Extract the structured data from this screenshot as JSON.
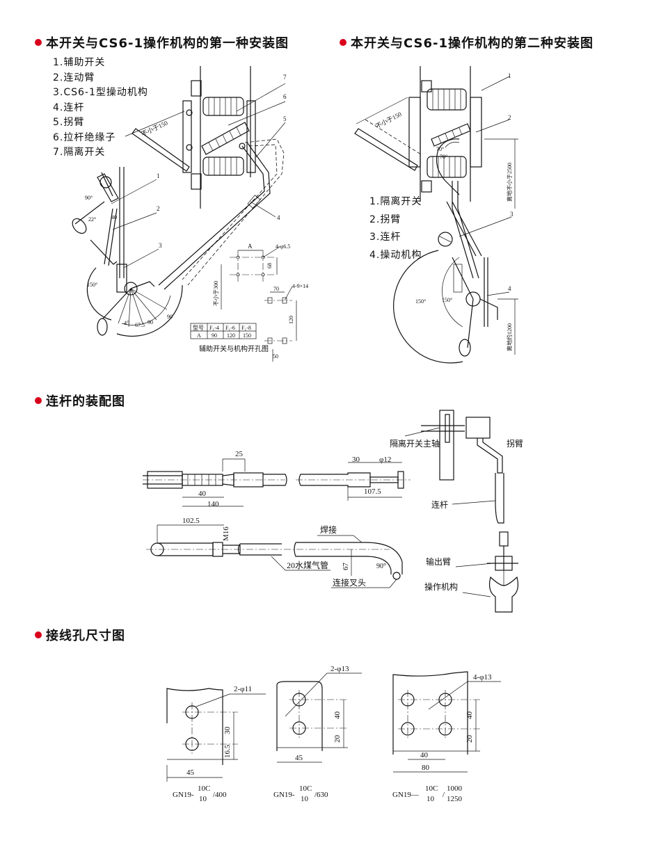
{
  "headings": {
    "first": "本开关与CS6-1操作机构的第一种安装图",
    "second": "本开关与CS6-1操作机构的第二种安装图",
    "linkage": "连杆的装配图",
    "holes": "接线孔尺寸图"
  },
  "legend_first": [
    "1.辅助开关",
    "2.连动臂",
    "3.CS6-1型操动机构",
    "4.连杆",
    "5.拐臂",
    "6.拉杆绝缘子",
    "7.隔离开关"
  ],
  "legend_second": [
    "1.隔离开关",
    "2.拐臂",
    "3.连杆",
    "4.操动机构"
  ],
  "fig1": {
    "callouts": [
      "7",
      "6",
      "5",
      "4",
      "1",
      "2",
      "3"
    ],
    "dims": {
      "min150": "不小于150",
      "a90": "90°",
      "a22": "22°",
      "d40": "40",
      "a150": "150°",
      "a45": "45",
      "a67": "67.5",
      "d90a": "90",
      "d90b": "90",
      "dA": "A",
      "holes4": "4-φ6.5",
      "d68": "68",
      "min300": "不小于300",
      "d70": "70",
      "holes49": "4-9×14",
      "d120": "120",
      "d50": "50"
    },
    "table": {
      "headers": [
        "型号",
        "F₁-4",
        "F₁-6",
        "F₁-8"
      ],
      "row": [
        "A",
        "90",
        "120",
        "150"
      ]
    },
    "table_caption": "辅助开关与机构开孔图"
  },
  "fig2": {
    "callouts": [
      "1",
      "2",
      "3",
      "4"
    ],
    "dims": {
      "min150": "不小于150",
      "a70a": "70°",
      "a70b": "70°",
      "ground2500": "离地不小于2500",
      "a150a": "150°",
      "a150b": "150°",
      "ground1200": "离地约1200"
    }
  },
  "fig3": {
    "labels": {
      "main_shaft": "隔离开关主轴",
      "crank": "拐臂",
      "rod": "连杆",
      "weld": "焊接",
      "pipe": "20水煤气管",
      "fork": "连接叉头",
      "output": "输出臂",
      "mechanism": "操作机构"
    },
    "dims": {
      "d25": "25",
      "d40": "40",
      "d140": "140",
      "d30": "30",
      "dphi12": "φ12",
      "d107": "107.5",
      "d102": "102.5",
      "m16": "M16",
      "d67": "67",
      "a90": "90°"
    }
  },
  "fig4": {
    "plates": [
      {
        "holes": "2-φ11",
        "d_a": "30",
        "d_b": "16.5",
        "width": "45",
        "model_pre": "GN19-",
        "frac_top": "10C",
        "frac_bot": "10",
        "model_post": "/400"
      },
      {
        "holes": "2-φ13",
        "d_a": "40",
        "d_b": "20",
        "width": "45",
        "model_pre": "GN19-",
        "frac_top": "10C",
        "frac_bot": "10",
        "model_post": "/630"
      },
      {
        "holes": "4-φ13",
        "d_a": "40",
        "d_b": "20",
        "inner": "40",
        "width": "80",
        "model_pre": "GN19—",
        "frac_top": "10C",
        "frac_bot": "10",
        "model_post_top": "1000",
        "model_post_bot": "1250"
      }
    ]
  }
}
